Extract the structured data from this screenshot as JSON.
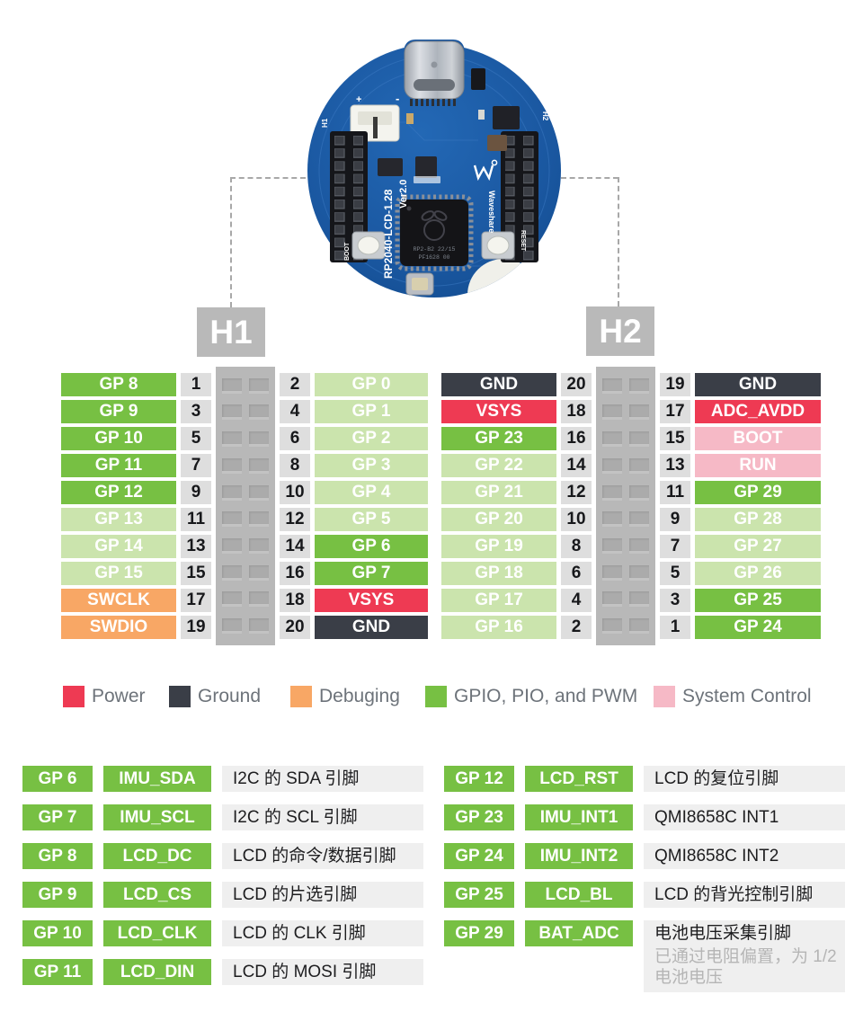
{
  "board": {
    "model": "RP2040-LCD-1.28",
    "version": "Ver2.0",
    "brand": "Waveshare",
    "silkscreen_h1": "H1",
    "silkscreen_h2": "H2",
    "boot_button": "BOOT",
    "reset_button": "RESET",
    "chip_marking_line1": "RP2-B2 22/15",
    "chip_marking_line2": "PF1628 00",
    "battery_plus": "+",
    "battery_minus": "-"
  },
  "callouts": {
    "h1": "H1",
    "h2": "H2"
  },
  "legend": [
    {
      "label": "Power",
      "type": "power",
      "color": "#ee3a53"
    },
    {
      "label": "Ground",
      "type": "ground",
      "color": "#3a3e47"
    },
    {
      "label": "Debuging",
      "type": "debug",
      "color": "#f8a765"
    },
    {
      "label": "GPIO, PIO, and PWM",
      "type": "gpio",
      "color": "#77c043"
    },
    {
      "label": "System Control",
      "type": "system",
      "color": "#f6b9c6"
    }
  ],
  "headers": {
    "h1": {
      "label": "H1",
      "rows": [
        {
          "left": "GP 8",
          "left_type": "gpio",
          "left_pin": "1",
          "right_pin": "2",
          "right": "GP 0",
          "right_type": "gpio_soft"
        },
        {
          "left": "GP 9",
          "left_type": "gpio",
          "left_pin": "3",
          "right_pin": "4",
          "right": "GP 1",
          "right_type": "gpio_soft"
        },
        {
          "left": "GP 10",
          "left_type": "gpio",
          "left_pin": "5",
          "right_pin": "6",
          "right": "GP 2",
          "right_type": "gpio_soft"
        },
        {
          "left": "GP 11",
          "left_type": "gpio",
          "left_pin": "7",
          "right_pin": "8",
          "right": "GP 3",
          "right_type": "gpio_soft"
        },
        {
          "left": "GP 12",
          "left_type": "gpio",
          "left_pin": "9",
          "right_pin": "10",
          "right": "GP 4",
          "right_type": "gpio_soft"
        },
        {
          "left": "GP 13",
          "left_type": "gpio_soft",
          "left_pin": "11",
          "right_pin": "12",
          "right": "GP 5",
          "right_type": "gpio_soft"
        },
        {
          "left": "GP 14",
          "left_type": "gpio_soft",
          "left_pin": "13",
          "right_pin": "14",
          "right": "GP 6",
          "right_type": "gpio"
        },
        {
          "left": "GP 15",
          "left_type": "gpio_soft",
          "left_pin": "15",
          "right_pin": "16",
          "right": "GP 7",
          "right_type": "gpio"
        },
        {
          "left": "SWCLK",
          "left_type": "debug",
          "left_pin": "17",
          "right_pin": "18",
          "right": "VSYS",
          "right_type": "power"
        },
        {
          "left": "SWDIO",
          "left_type": "debug",
          "left_pin": "19",
          "right_pin": "20",
          "right": "GND",
          "right_type": "ground"
        }
      ]
    },
    "h2": {
      "label": "H2",
      "rows": [
        {
          "left": "GND",
          "left_type": "ground",
          "left_pin": "20",
          "right_pin": "19",
          "right": "GND",
          "right_type": "ground"
        },
        {
          "left": "VSYS",
          "left_type": "power",
          "left_pin": "18",
          "right_pin": "17",
          "right": "ADC_AVDD",
          "right_type": "power"
        },
        {
          "left": "GP 23",
          "left_type": "gpio",
          "left_pin": "16",
          "right_pin": "15",
          "right": "BOOT",
          "right_type": "system"
        },
        {
          "left": "GP 22",
          "left_type": "gpio_soft",
          "left_pin": "14",
          "right_pin": "13",
          "right": "RUN",
          "right_type": "system"
        },
        {
          "left": "GP 21",
          "left_type": "gpio_soft",
          "left_pin": "12",
          "right_pin": "11",
          "right": "GP 29",
          "right_type": "gpio"
        },
        {
          "left": "GP 20",
          "left_type": "gpio_soft",
          "left_pin": "10",
          "right_pin": "9",
          "right": "GP 28",
          "right_type": "gpio_soft"
        },
        {
          "left": "GP 19",
          "left_type": "gpio_soft",
          "left_pin": "8",
          "right_pin": "7",
          "right": "GP 27",
          "right_type": "gpio_soft"
        },
        {
          "left": "GP 18",
          "left_type": "gpio_soft",
          "left_pin": "6",
          "right_pin": "5",
          "right": "GP 26",
          "right_type": "gpio_soft"
        },
        {
          "left": "GP 17",
          "left_type": "gpio_soft",
          "left_pin": "4",
          "right_pin": "3",
          "right": "GP 25",
          "right_type": "gpio"
        },
        {
          "left": "GP 16",
          "left_type": "gpio_soft",
          "left_pin": "2",
          "right_pin": "1",
          "right": "GP 24",
          "right_type": "gpio"
        }
      ]
    }
  },
  "functions": {
    "left": [
      {
        "pin": "GP 6",
        "signal": "IMU_SDA",
        "desc": "I2C 的 SDA 引脚",
        "note": ""
      },
      {
        "pin": "GP 7",
        "signal": "IMU_SCL",
        "desc": "I2C 的 SCL 引脚",
        "note": ""
      },
      {
        "pin": "GP 8",
        "signal": "LCD_DC",
        "desc": "LCD 的命令/数据引脚",
        "note": ""
      },
      {
        "pin": "GP 9",
        "signal": "LCD_CS",
        "desc": "LCD 的片选引脚",
        "note": ""
      },
      {
        "pin": "GP 10",
        "signal": "LCD_CLK",
        "desc": "LCD 的 CLK 引脚",
        "note": ""
      },
      {
        "pin": "GP 11",
        "signal": "LCD_DIN",
        "desc": "LCD 的 MOSI 引脚",
        "note": ""
      }
    ],
    "right": [
      {
        "pin": "GP 12",
        "signal": "LCD_RST",
        "desc": "LCD 的复位引脚",
        "note": ""
      },
      {
        "pin": "GP 23",
        "signal": "IMU_INT1",
        "desc": "QMI8658C INT1",
        "note": ""
      },
      {
        "pin": "GP 24",
        "signal": "IMU_INT2",
        "desc": "QMI8658C INT2",
        "note": ""
      },
      {
        "pin": "GP 25",
        "signal": "LCD_BL",
        "desc": "LCD 的背光控制引脚",
        "note": ""
      },
      {
        "pin": "GP 29",
        "signal": "BAT_ADC",
        "desc": "电池电压采集引脚",
        "note": "已通过电阻偏置，为 1/2 电池电压"
      }
    ]
  }
}
